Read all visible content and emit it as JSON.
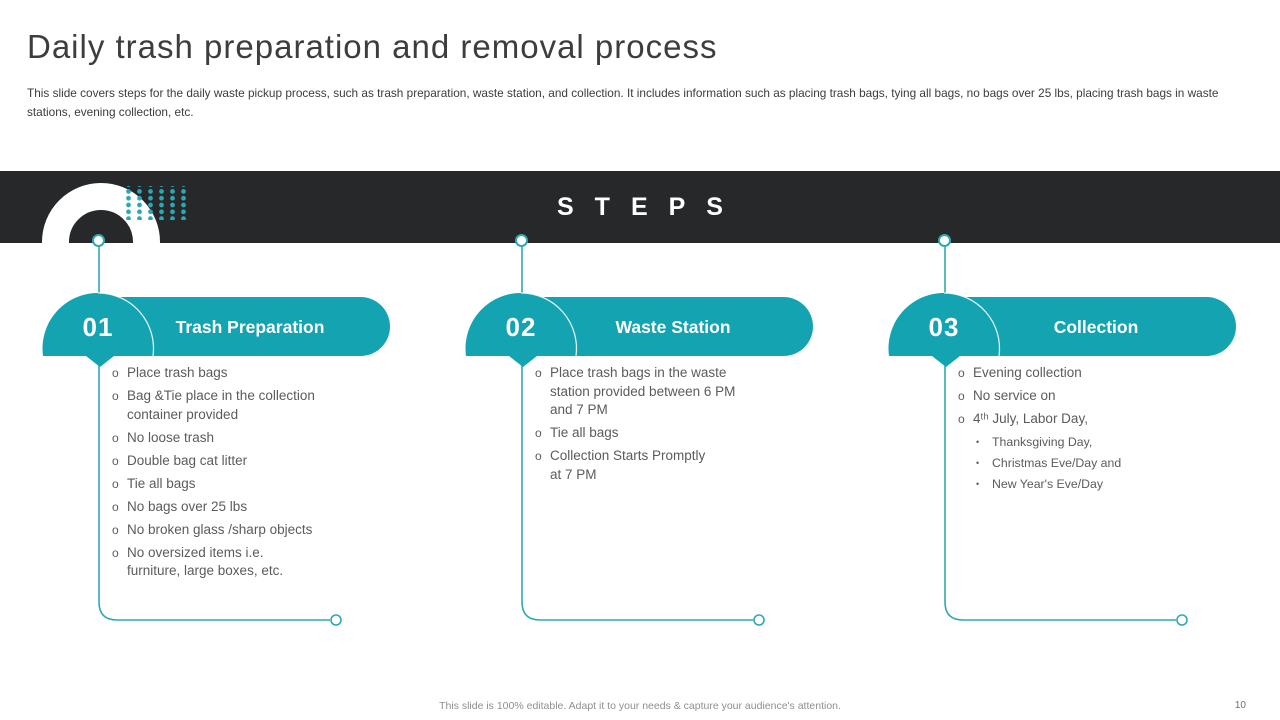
{
  "slide": {
    "title": "Daily trash preparation and removal process",
    "subtitle": "This slide covers steps for the daily waste pickup process, such as trash preparation, waste station, and collection. It includes information such as placing trash bags, tying all bags, no bags over 25 lbs, placing trash bags in waste stations, evening collection, etc.",
    "banner_label": "STEPS",
    "footer_note": "This slide is 100% editable.  Adapt it to your needs & capture your audience's attention.",
    "page_number": "10"
  },
  "colors": {
    "accent_teal": "#14a3b1",
    "banner_bg": "#26282a",
    "connector_teal": "#2fa8b6",
    "body_text": "#5b5b5b"
  },
  "steps": [
    {
      "number": "01",
      "title": "Trash Preparation",
      "bullets": [
        {
          "text": "Place trash bags"
        },
        {
          "text": "Bag &Tie place in the collection\ncontainer provided"
        },
        {
          "text": "No loose trash"
        },
        {
          "text": "Double bag cat litter"
        },
        {
          "text": "Tie all bags"
        },
        {
          "text": "No bags over 25 lbs"
        },
        {
          "text": "No broken glass /sharp objects"
        },
        {
          "text": "No oversized items i.e.\nfurniture, large boxes, etc."
        }
      ]
    },
    {
      "number": "02",
      "title": "Waste Station",
      "bullets": [
        {
          "text": "Place trash bags in the waste\nstation provided between 6 PM\nand 7 PM"
        },
        {
          "text": "Tie all bags"
        },
        {
          "text": "Collection Starts Promptly\nat 7 PM"
        }
      ]
    },
    {
      "number": "03",
      "title": "Collection",
      "bullets": [
        {
          "text": "Evening collection"
        },
        {
          "text": "No service on"
        },
        {
          "text": "4ᵗʰ July, Labor Day,"
        },
        {
          "text": "Thanksgiving Day,",
          "sub": true
        },
        {
          "text": "Christmas Eve/Day and",
          "sub": true
        },
        {
          "text": "New Year's Eve/Day",
          "sub": true
        }
      ]
    }
  ]
}
